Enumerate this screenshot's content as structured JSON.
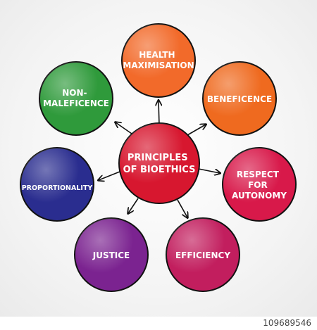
{
  "center": {
    "lines": [
      "PRINCIPLES",
      "OF BIOETHICS"
    ],
    "color": "#d7172f"
  },
  "nodes": [
    {
      "id": "health-maximisation",
      "lines": [
        "HEALTH",
        "MAXIMISATION"
      ],
      "color": "#f26a2a"
    },
    {
      "id": "beneficence",
      "lines": [
        "BENEFICENCE"
      ],
      "color": "#ef6a1f"
    },
    {
      "id": "respect-for-autonomy",
      "lines": [
        "RESPECT",
        "FOR",
        "AUTONOMY"
      ],
      "color": "#d8194a"
    },
    {
      "id": "efficiency",
      "lines": [
        "EFFICIENCY"
      ],
      "color": "#c21e5e"
    },
    {
      "id": "justice",
      "lines": [
        "JUSTICE"
      ],
      "color": "#7b2390"
    },
    {
      "id": "proportionality",
      "lines": [
        "PROPORTIONALITY"
      ],
      "color": "#2a2d8f"
    },
    {
      "id": "non-maleficence",
      "lines": [
        "NON-",
        "MALEFICENCE"
      ],
      "color": "#2f9a3b"
    }
  ],
  "footer": {
    "stock_id": "109689546"
  }
}
